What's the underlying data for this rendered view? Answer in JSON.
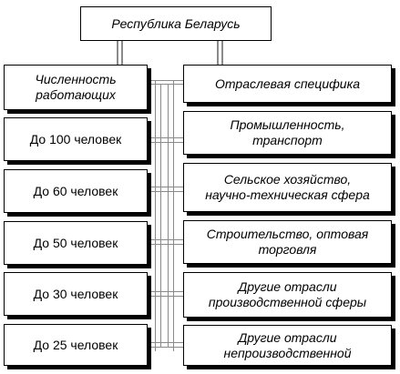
{
  "title": "Республика Беларусь",
  "left_column": {
    "header": "Численность\nработающих",
    "items": [
      "До 100 человек",
      "До 60 человек",
      "До 50 человек",
      "До 30 человек",
      "До 25 человек"
    ]
  },
  "right_column": {
    "header": "Отраслевая специфика",
    "items": [
      "Промышленность,\nтранспорт",
      "Сельское хозяйство,\nнаучно-техническая сфера",
      "Строительство, оптовая\nторговля",
      "Другие отрасли\nпроизводственной сферы",
      "Другие отрасли\nнепроизводственной"
    ]
  },
  "colors": {
    "border": "#000000",
    "connector": "#8a8a8a",
    "background": "#ffffff"
  }
}
